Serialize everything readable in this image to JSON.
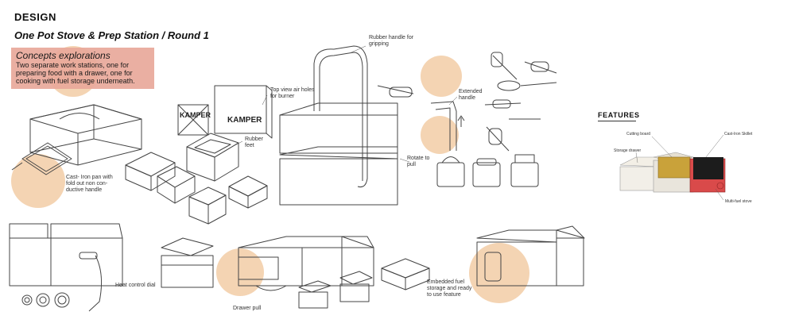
{
  "header": {
    "title": "DESIGN",
    "subtitle": "One Pot Stove & Prep Station / Round 1"
  },
  "concept": {
    "heading": "Concepts explorations",
    "body": "Two separate work stations, one for preparing food with a drawer, one for cooking with fuel storage underneath."
  },
  "sketch_labels": {
    "kamper_1": "KAMPER",
    "kamper_2": "KAMPER"
  },
  "annotations": {
    "rubber_handle": "Rubber handle for gripping",
    "top_view_air": "Top view air holes for burner",
    "rubber_feet": "Rubber feet",
    "extended_handle": "Extended handle",
    "rotate_to_pull": "Rotate to pull",
    "cast_iron_pan": "Cast- Iron pan with fold out non con- ductive handle",
    "heat_control": "Heat control dial",
    "drawer_pull": "Drawer pull",
    "embedded_fuel": "Embedded fuel storage and ready to use feature"
  },
  "features": {
    "heading": "FEATURES",
    "cutting_board": "Cutting board",
    "storage_drawer": "Storage drawer",
    "cast_iron_skillet": "Cast-Iron Skillet",
    "multi_fuel_stove": "Multi-fuel stove"
  },
  "colors": {
    "accent_peach": "#f1c9a0",
    "concept_box": "#e8a89a",
    "stove_red": "#d94a4a",
    "cutting_board": "#c9a23a"
  }
}
